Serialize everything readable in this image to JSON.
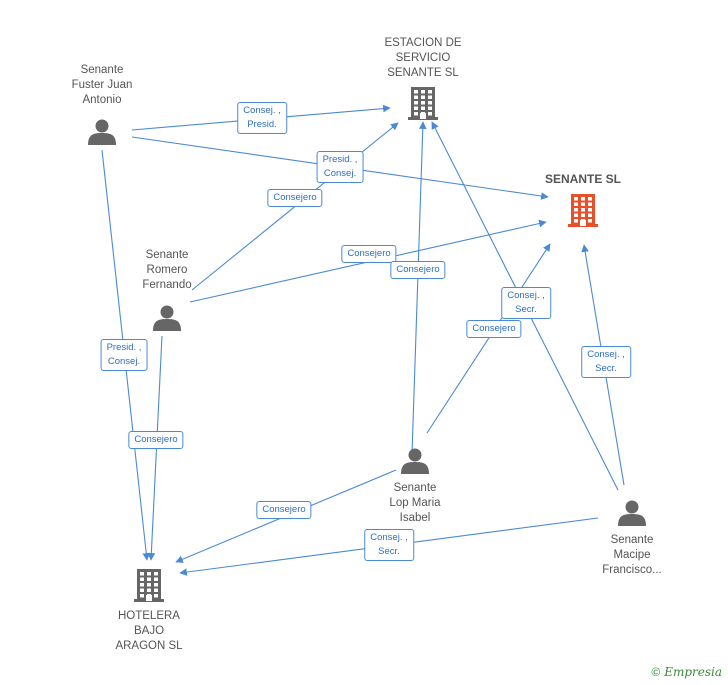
{
  "nodes": [
    {
      "id": "estacion",
      "type": "company",
      "label_lines": [
        "ESTACION DE",
        "SERVICIO",
        "SENANTE SL"
      ],
      "color": "#666666"
    },
    {
      "id": "senante_sl",
      "type": "company",
      "label_lines": [
        "SENANTE SL"
      ],
      "color": "#e8502a",
      "main": true
    },
    {
      "id": "hotelera",
      "type": "company",
      "label_lines": [
        "HOTELERA",
        "BAJO",
        "ARAGON SL"
      ],
      "color": "#666666"
    },
    {
      "id": "fuster",
      "type": "person",
      "label_lines": [
        "Senante",
        "Fuster Juan",
        "Antonio"
      ],
      "color": "#666666"
    },
    {
      "id": "romero",
      "type": "person",
      "label_lines": [
        "Senante",
        "Romero",
        "Fernando"
      ],
      "color": "#666666"
    },
    {
      "id": "lop",
      "type": "person",
      "label_lines": [
        "Senante",
        "Lop Maria",
        "Isabel"
      ],
      "color": "#666666"
    },
    {
      "id": "macipe",
      "type": "person",
      "label_lines": [
        "Senante",
        "Macipe",
        "Francisco..."
      ],
      "color": "#666666"
    }
  ],
  "edges": [
    {
      "from": "fuster",
      "to": "estacion",
      "label_lines": [
        "Consej. ,",
        "Presid."
      ]
    },
    {
      "from": "fuster",
      "to": "senante_sl",
      "label_lines": [
        "Presid. ,",
        "Consej."
      ]
    },
    {
      "from": "fuster",
      "to": "hotelera",
      "label_lines": [
        "Presid. ,",
        "Consej."
      ]
    },
    {
      "from": "romero",
      "to": "estacion",
      "label_lines": [
        "Consejero"
      ]
    },
    {
      "from": "romero",
      "to": "senante_sl",
      "label_lines": [
        "Consejero"
      ]
    },
    {
      "from": "romero",
      "to": "hotelera",
      "label_lines": [
        "Consejero"
      ]
    },
    {
      "from": "lop",
      "to": "estacion",
      "label_lines": [
        "Consejero"
      ]
    },
    {
      "from": "lop",
      "to": "senante_sl",
      "label_lines": [
        "Consejero"
      ]
    },
    {
      "from": "lop",
      "to": "hotelera",
      "label_lines": [
        "Consejero"
      ]
    },
    {
      "from": "macipe",
      "to": "estacion",
      "label_lines": [
        "Consej. ,",
        "Secr."
      ]
    },
    {
      "from": "macipe",
      "to": "senante_sl",
      "label_lines": [
        "Consej. ,",
        "Secr."
      ]
    },
    {
      "from": "macipe",
      "to": "hotelera",
      "label_lines": [
        "Consej. ,",
        "Secr."
      ]
    }
  ],
  "colors": {
    "edge": "#4a8ad4",
    "text": "#555555",
    "accent": "#e8502a"
  },
  "footer": {
    "copyright_symbol": "©",
    "brand": "Empresia"
  }
}
